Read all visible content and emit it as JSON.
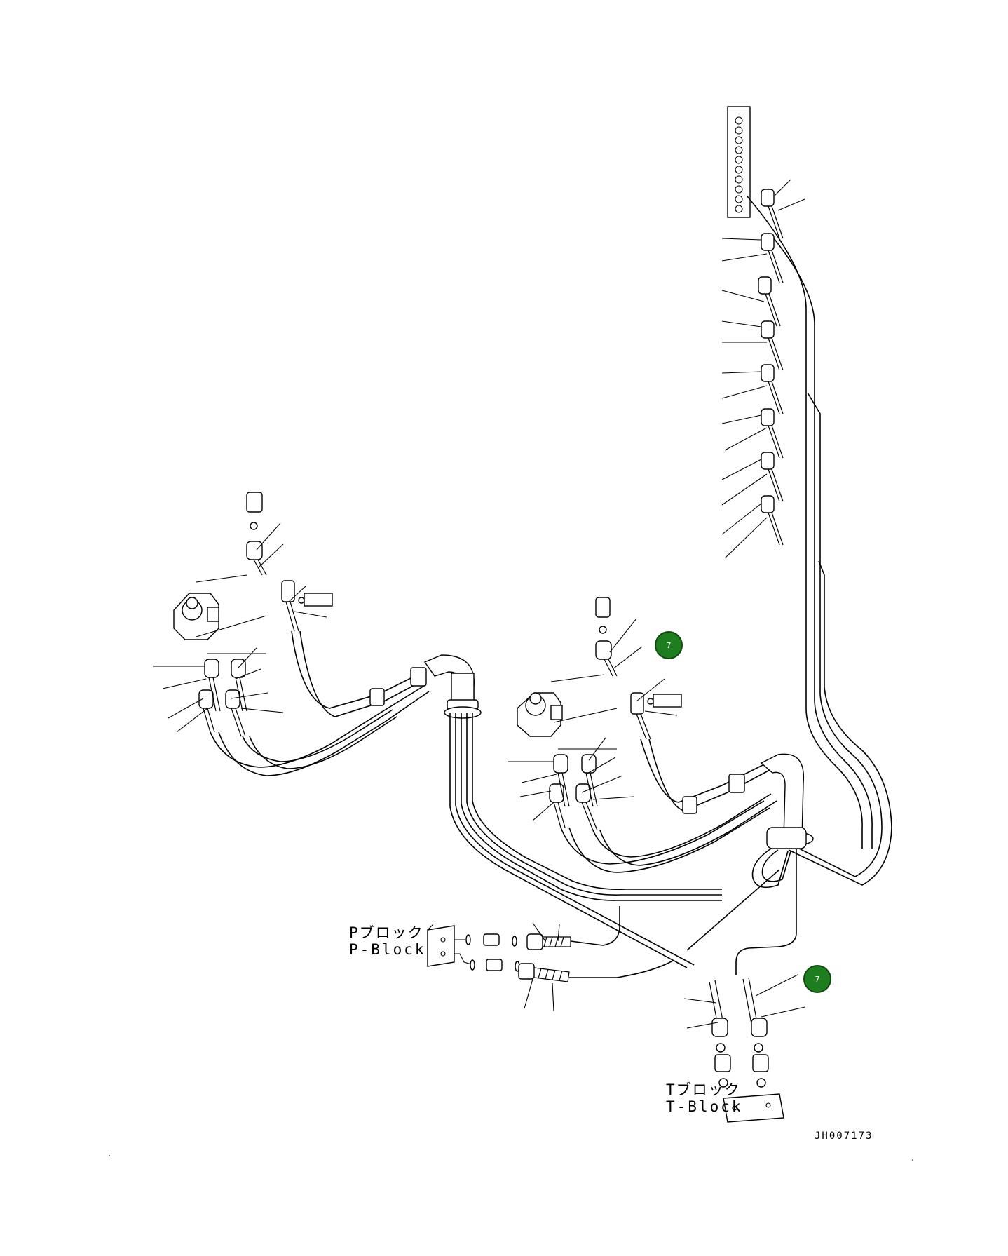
{
  "labels": {
    "p_block_jp": "Pブロック",
    "p_block_en": "P-Block",
    "t_block_jp": "Tブロック",
    "t_block_en": "T-Block"
  },
  "reference_code": "JH007173",
  "callouts": [
    "7",
    "7"
  ]
}
